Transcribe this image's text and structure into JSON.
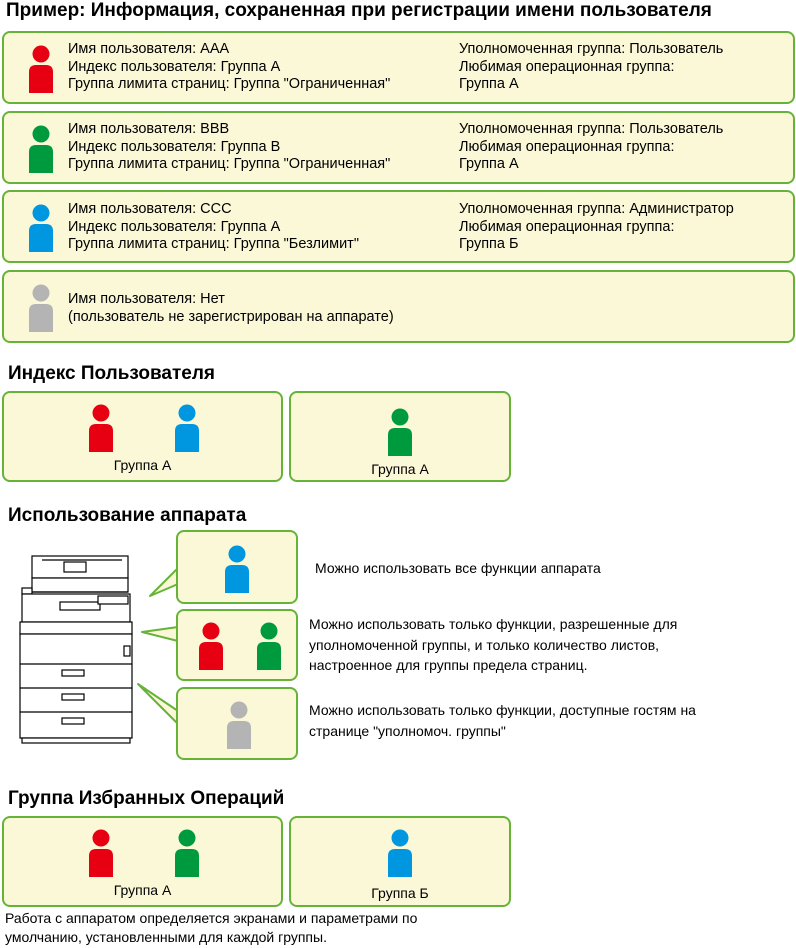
{
  "title": "Пример: Информация, сохраненная при регистрации имени пользователя",
  "colors": {
    "red": "#e60012",
    "green": "#009a3e",
    "blue": "#0096e0",
    "gray": "#b4b4b4",
    "box_fill": "#fbf8d8",
    "box_border": "#66b339"
  },
  "users": [
    {
      "icon": "red-person-icon",
      "left": [
        "Имя пользователя: AAA",
        "Индекс пользователя: Группа A",
        "Группа лимита страниц: Группа \"Ограниченная\""
      ],
      "right": [
        "Уполномоченная группа: Пользователь",
        "Любимая операционная группа:",
        "Группа A"
      ]
    },
    {
      "icon": "green-person-icon",
      "left": [
        "Имя пользователя: BBB",
        "Индекс пользователя: Группа B",
        "Группа лимита страниц: Группа \"Ограниченная\""
      ],
      "right": [
        "Уполномоченная группа: Пользователь",
        "Любимая операционная группа:",
        "Группа A"
      ]
    },
    {
      "icon": "blue-person-icon",
      "left": [
        "Имя пользователя: CCC",
        "Индекс пользователя: Группа A",
        "Группа лимита страниц: Группа \"Безлимит\""
      ],
      "right": [
        "Уполномоченная группа: Администратор",
        "Любимая операционная группа:",
        "Группа Б"
      ]
    },
    {
      "icon": "gray-person-icon",
      "left": [
        "Имя пользователя: Нет",
        "(пользователь не зарегистрирован на аппарате)"
      ],
      "right": []
    }
  ],
  "user_index": {
    "title": "Индекс Пользователя",
    "groups": [
      {
        "label": "Группа A"
      },
      {
        "label": "Группа A"
      }
    ]
  },
  "machine_usage": {
    "title": "Использование аппарата",
    "items": [
      {
        "lines": [
          "Можно использовать все функции аппарата"
        ]
      },
      {
        "lines": [
          "Можно использовать только функции, разрешенные для",
          "уполномоченной группы, и только количество листов,",
          "настроенное для группы предела страниц."
        ]
      },
      {
        "lines": [
          "Можно использовать только функции, доступные гостям на",
          "странице \"уполномоч. группы\""
        ]
      }
    ]
  },
  "favorite_ops": {
    "title": "Группа Избранных Операций",
    "groups": [
      {
        "label": "Группа A"
      },
      {
        "label": "Группа Б"
      }
    ],
    "note": [
      "Работа с аппаратом определяется экранами и параметрами по",
      "умолчанию, установленными для каждой группы."
    ]
  }
}
